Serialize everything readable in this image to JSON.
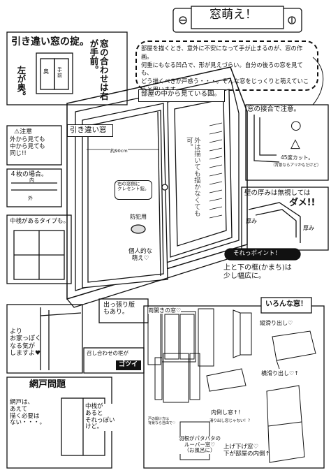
{
  "header": {
    "title": "窓萌え！"
  },
  "intro": {
    "text": "部屋を描くとき、意外に不安になって手が止まるのが、窓の作画。\n何重にもなる凹凸で、形が見えづらい。自分の後ろの窓を見ても、\nどう描くべきか戸惑う・・・。そんな窓をじっくりと萌えていこうと思います。"
  },
  "rule_panel": {
    "title": "引き違い窓の掟。",
    "right_text": "窓の合わせは右が手前。",
    "left_text": "左が奥。",
    "label_back": "奥",
    "label_front": "手前"
  },
  "caution_panel": {
    "heading": "⚠注意",
    "text": "外から見ても\n中から見ても\n同じ!!"
  },
  "four_panel": {
    "heading": "４枚の場合。",
    "label_in": "内",
    "label_out": "外"
  },
  "mullion_panel": {
    "text": "中桟があるタイプも。"
  },
  "main_view": {
    "caption": "部屋の中から見ている図。",
    "type_label": "引き違い窓",
    "width_label": "約90cm",
    "vertical_note": "外は描いても描かなくても可。",
    "crescent_note": "右の窓側に\nクレセント錠。",
    "bohan_label": "防犯用",
    "personal_note": "個人的な\n萌え♡"
  },
  "joint_panel": {
    "title": "窓の接合で注意。",
    "good_mark": "○",
    "bad_mark": "△",
    "bad_note": "45度カット。",
    "bad_sub": "（背景ならアリかもだけど）"
  },
  "wall_panel": {
    "title": "壁の厚みは無視しては",
    "emph": "ダメ!!",
    "label_a": "厚み",
    "label_b": "厚み"
  },
  "point_panel": {
    "badge": "それっポイント！",
    "text": "上と下の框(かまち)は\n少し幅広に。"
  },
  "sill_note": {
    "text": "出っ張り版\nもあり。"
  },
  "house_note": {
    "text": "より\nお家っぽく\nなる気が\nしますよ♥"
  },
  "overlap_note": {
    "text": "召し合わせの框が",
    "emph": "ゴツイ"
  },
  "screen_panel": {
    "title": "網戸問題",
    "left_text": "網戸は、\nあえて\n描く必要は\nない・・・。",
    "right_text": "中桟が\nあると\nそれっぽい\nけど。"
  },
  "variety_panel": {
    "title": "いろんな窓！",
    "casement": "両開きの窓♡",
    "vertical_slide": "縦滑り出し♡",
    "horizontal_slide": "横滑り出し♡↑",
    "inward": "内倒し窓↑！",
    "inward_sub": "滑り出し窓じゃない！？",
    "louver": "羽根がパタパタの\nルーバー窓♡\n（お風呂に）",
    "shutter_note": "戸の開け方は\n背景なら自由で♡",
    "double_hung": "上げ下げ窓♡\n下が部屋の内側↑"
  }
}
